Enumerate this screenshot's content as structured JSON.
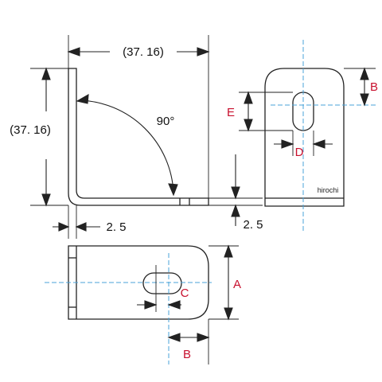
{
  "labels": {
    "horizontal_dimension": "(37. 16)",
    "vertical_dimension": "(37. 16)",
    "angle": "90°",
    "thickness_left": "2. 5",
    "thickness_right": "2. 5",
    "A": "A",
    "B_top": "B",
    "B_bottom": "B",
    "C": "C",
    "D": "D",
    "E": "E",
    "watermark": "hirochi"
  },
  "colors": {
    "line": "#222222",
    "red_label": "#c8102e",
    "centerline": "#4aa3d8",
    "plate_fill": "#f2f2f2"
  }
}
